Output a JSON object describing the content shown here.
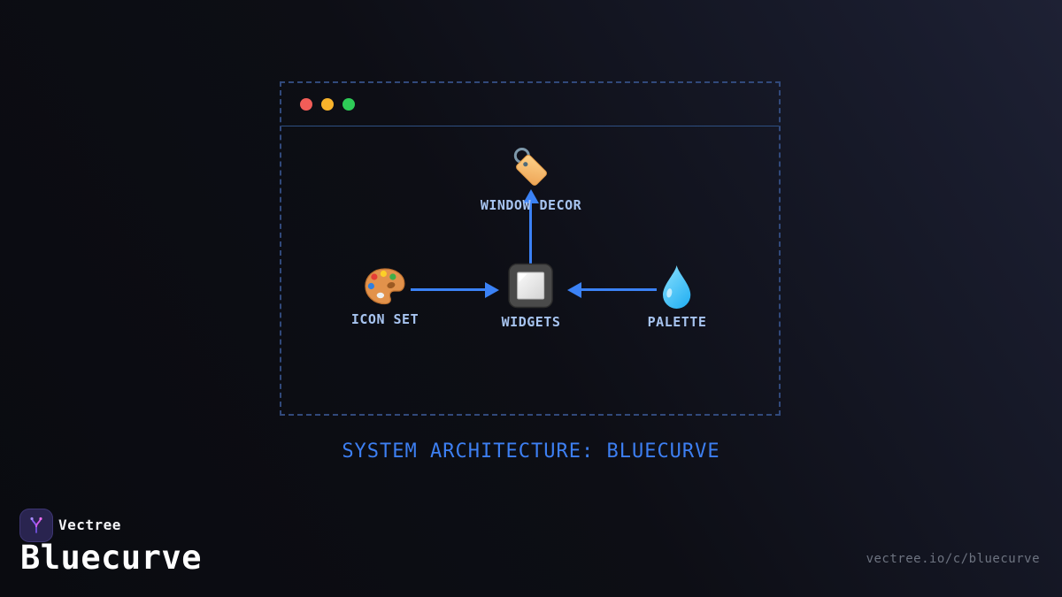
{
  "diagram": {
    "caption": "SYSTEM ARCHITECTURE: BLUECURVE",
    "nodes": {
      "window_decor": {
        "label": "WINDOW DECOR",
        "icon": "tag-icon"
      },
      "icon_set": {
        "label": "ICON SET",
        "icon": "artist-palette-icon"
      },
      "widgets": {
        "label": "WIDGETS",
        "icon": "square-button-icon"
      },
      "palette": {
        "label": "PALETTE",
        "icon": "droplet-icon"
      }
    },
    "edges": [
      {
        "from": "icon_set",
        "to": "widgets",
        "direction": "right"
      },
      {
        "from": "palette",
        "to": "widgets",
        "direction": "left"
      },
      {
        "from": "widgets",
        "to": "window_decor",
        "direction": "up"
      }
    ],
    "window_chrome": {
      "traffic_lights": [
        {
          "name": "close",
          "color": "#f25d58"
        },
        {
          "name": "minimize",
          "color": "#f8b32b"
        },
        {
          "name": "maximize",
          "color": "#2ecc57"
        }
      ]
    }
  },
  "footer": {
    "brand_name": "Vectree",
    "project_title": "Bluecurve",
    "share_url": "vectree.io/c/bluecurve"
  },
  "colors": {
    "arrow_blue": "#3b82f6",
    "label_blue": "#a7c4f0",
    "caption_blue": "#3d7ff2",
    "dashed_border_blue": "#31497b",
    "background_dark": "#0d0e15",
    "logo_purple": "#8b5cf6",
    "logo_pink": "#d946ef"
  }
}
